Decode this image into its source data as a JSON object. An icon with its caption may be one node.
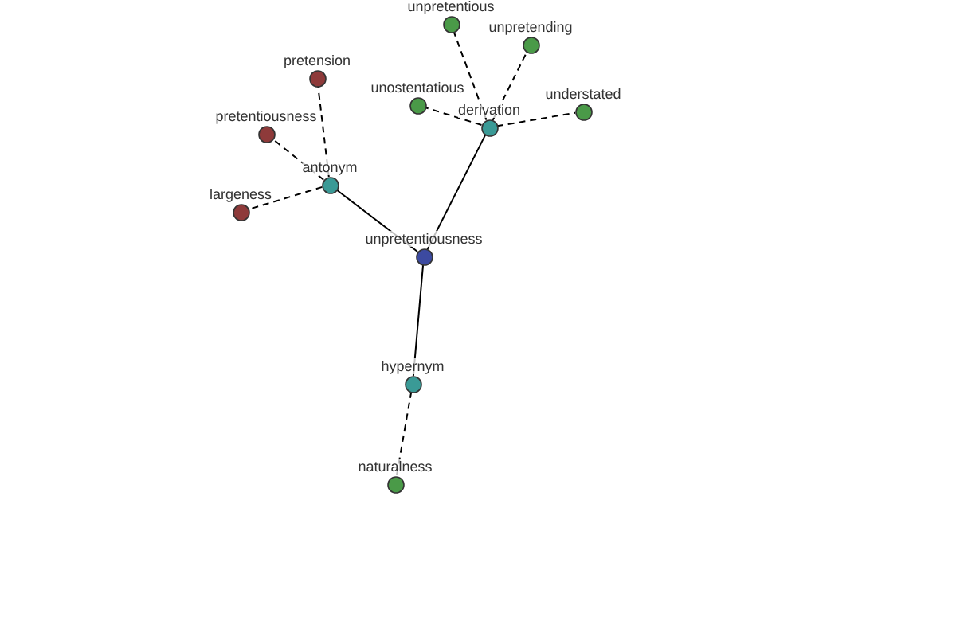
{
  "diagram": {
    "nodes": [
      {
        "text": [
          "unpretentiousness"
        ]
      },
      {
        "text": [
          "antonym"
        ]
      },
      {
        "text": [
          "derivation"
        ]
      },
      {
        "text": [
          "hypernym"
        ]
      },
      {
        "text": [
          "pretension"
        ]
      },
      {
        "text": [
          "pretentiousness"
        ]
      },
      {
        "text": [
          "largeness"
        ]
      },
      {
        "text": [
          "unpretentious"
        ]
      },
      {
        "text": [
          "unpretending"
        ]
      },
      {
        "text": [
          "unostentatious"
        ]
      },
      {
        "text": [
          "understated"
        ]
      },
      {
        "text": [
          "naturalness"
        ]
      }
    ],
    "edges": [
      {
        "from": 0,
        "to": 1,
        "arrow": "none"
      },
      {
        "from": 0,
        "to": 2,
        "arrow": "none"
      },
      {
        "from": 0,
        "to": 3,
        "arrow": "none"
      },
      {
        "from": 1,
        "to": 4,
        "arrow": "none",
        "style": "dashed"
      },
      {
        "from": 1,
        "to": 5,
        "arrow": "none",
        "style": "dashed"
      },
      {
        "from": 1,
        "to": 6,
        "arrow": "none",
        "style": "dashed"
      },
      {
        "from": 2,
        "to": 7,
        "arrow": "none",
        "style": "dashed"
      },
      {
        "from": 2,
        "to": 8,
        "arrow": "none",
        "style": "dashed"
      },
      {
        "from": 2,
        "to": 9,
        "arrow": "none",
        "style": "dashed"
      },
      {
        "from": 2,
        "to": 10,
        "arrow": "none",
        "style": "dashed"
      },
      {
        "from": 3,
        "to": 11,
        "arrow": "none",
        "style": "dashed"
      }
    ]
  }
}
